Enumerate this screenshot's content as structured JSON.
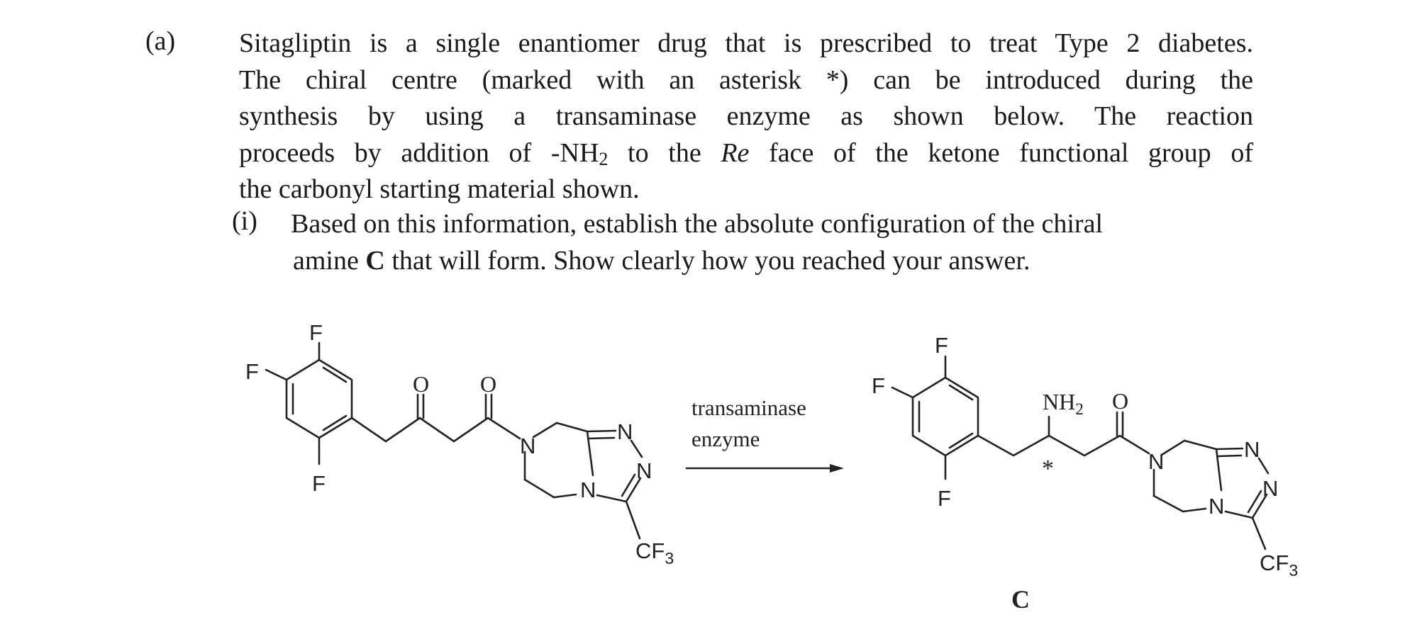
{
  "question": {
    "part_label": "(a)",
    "paragraph_lines": [
      "Sitagliptin is a single enantiomer drug that is prescribed to treat Type 2 diabetes.",
      "The chiral centre (marked with an asterisk *) can be introduced during the",
      "synthesis by using a transaminase enzyme as shown below. The reaction"
    ],
    "line4_before": "proceeds by addition of -NH",
    "line4_sub": "2",
    "line4_mid": " to the ",
    "line4_italic": "Re",
    "line4_after": " face of the ketone functional group of",
    "line5": "the carbonyl starting material shown.",
    "subpart_label": "(i)",
    "subpart_line1": "Based on this information, establish the absolute configuration of the chiral",
    "subpart_line2_before": "amine ",
    "subpart_line2_bold": "C",
    "subpart_line2_after": " that will form. Show clearly how you reached your answer."
  },
  "reaction": {
    "reagent_line1": "transaminase",
    "reagent_line2": "enzyme",
    "starting_material": {
      "atom_F_top": "F",
      "atom_F_left": "F",
      "atom_F_bottom": "F",
      "atom_O1": "O",
      "atom_O2": "O",
      "atom_N_amide": "N",
      "atom_N_ring": "N",
      "atom_N_triazole1": "N",
      "atom_N_triazole2": "N",
      "cf3_main": "CF",
      "cf3_sub": "3"
    },
    "product": {
      "atom_F_top": "F",
      "atom_F_left": "F",
      "atom_F_bottom": "F",
      "nh2_main": "NH",
      "nh2_sub": "2",
      "atom_O": "O",
      "asterisk": "*",
      "atom_N_amide": "N",
      "atom_N_ring": "N",
      "atom_N_triazole1": "N",
      "atom_N_triazole2": "N",
      "cf3_main": "CF",
      "cf3_sub": "3",
      "compound_label": "C"
    }
  }
}
